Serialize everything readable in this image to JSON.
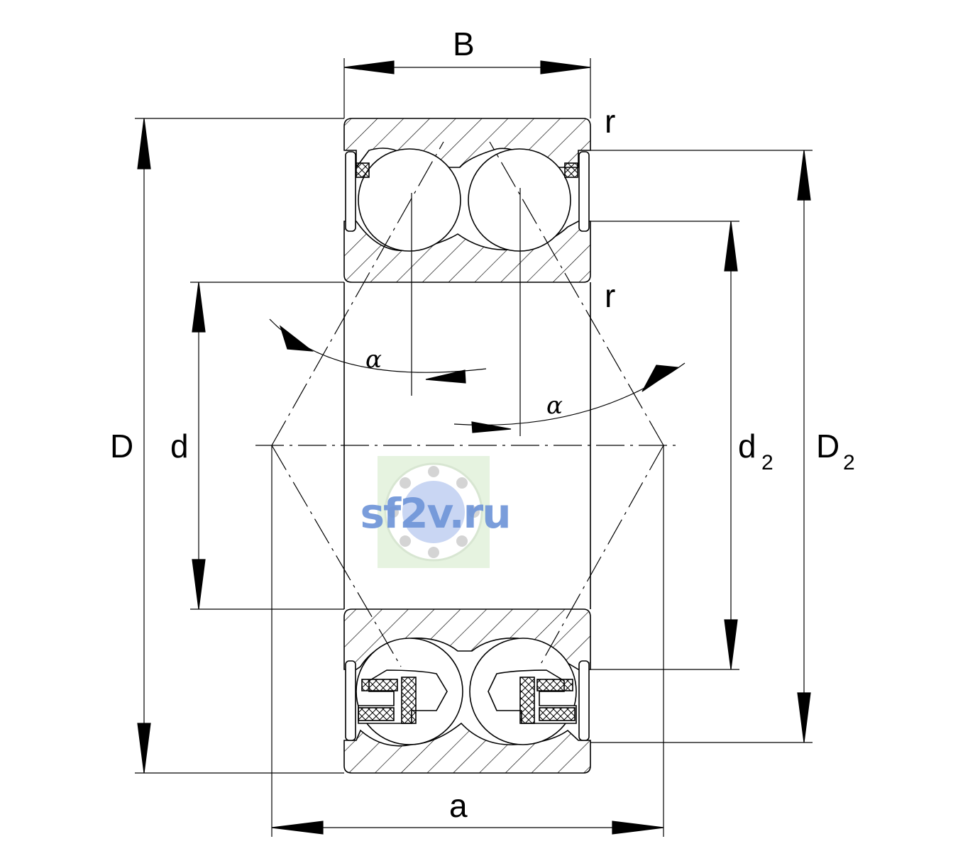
{
  "dimensions": {
    "B": "B",
    "D": "D",
    "d": "d",
    "d2": "d",
    "d2_sub": "2",
    "D2": "D",
    "D2_sub": "2",
    "a": "a",
    "r_top": "r",
    "r_mid": "r",
    "alpha_left": "α",
    "alpha_right": "α"
  },
  "watermark": {
    "text": "sf2v.ru"
  },
  "colors": {
    "line": "#000000",
    "watermark_bg": "#e6f3e0",
    "watermark_text": "#6f95d8"
  }
}
